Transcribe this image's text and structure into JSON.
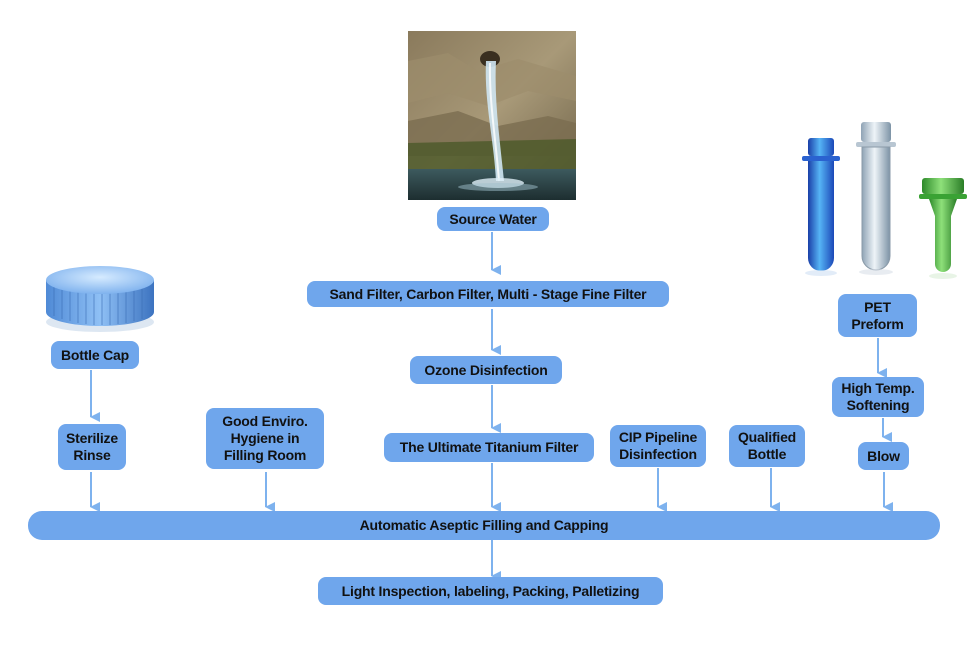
{
  "colors": {
    "box_fill": "#6fa6ec",
    "arrow": "#7eb2ee",
    "text": "#111111"
  },
  "images": {
    "source": "spring-water-photo",
    "cap": "bottle-cap-photo",
    "preform": "pet-preform-photo"
  },
  "labels": {
    "source_water": "Source Water",
    "filters": "Sand Filter, Carbon Filter, Multi - Stage Fine Filter",
    "ozone": "Ozone Disinfection",
    "titanium": "The Ultimate Titanium Filter",
    "bottle_cap": "Bottle Cap",
    "sterilize": "Sterilize\nRinse",
    "hygiene": "Good Enviro.\nHygiene in\nFilling Room",
    "cip": "CIP Pipeline\nDisinfection",
    "qualified": "Qualified\nBottle",
    "pet": "PET\nPreform",
    "softening": "High Temp.\nSoftening",
    "blow": "Blow",
    "filling": "Automatic Aseptic Filling and Capping",
    "inspection": "Light Inspection, labeling, Packing, Palletizing"
  }
}
